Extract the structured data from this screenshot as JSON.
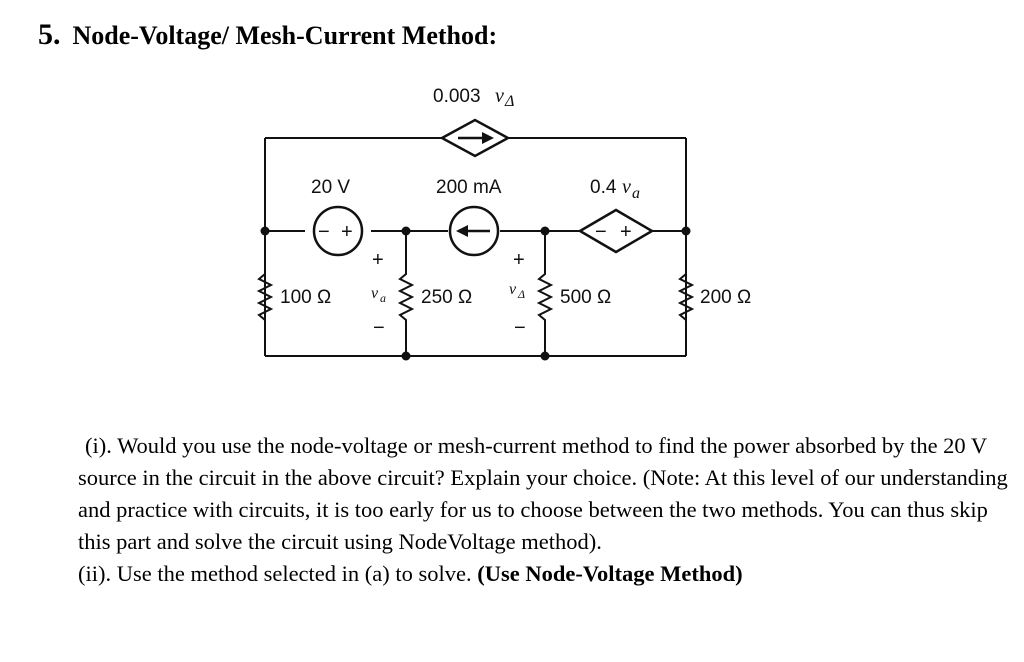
{
  "heading": {
    "number": "5.",
    "title": "Node-Voltage/ Mesh-Current Method:"
  },
  "circuit": {
    "top_source_label": "0.003",
    "top_source_var": "v",
    "top_source_sub": "Δ",
    "voltage_source_label": "20 V",
    "voltage_source_minus": "−",
    "voltage_source_plus": "+",
    "current_source_label": "200 mA",
    "dep_voltage_label": "0.4",
    "dep_voltage_var": "v",
    "dep_voltage_sub": "a",
    "dep_minus": "−",
    "dep_plus": "+",
    "r1": "100 Ω",
    "r2": "250 Ω",
    "r3": "500 Ω",
    "r4": "200 Ω",
    "va_var": "v",
    "va_sub": "a",
    "vd_var": "v",
    "vd_sub": "Δ",
    "plus": "+",
    "minus": "−"
  },
  "questions": {
    "q1": "(i). Would you use the node-voltage or mesh-current method to find the power absorbed by the 20 V source in the circuit in the above circuit? Explain your choice. (Note: At this level of our understanding and practice with circuits, it is too early for us to choose between the two methods. You can thus skip this part and solve the circuit using NodeVoltage method).",
    "q2_text": "(ii). Use the method selected in (a) to solve.",
    "q2_bold": "(Use Node-Voltage Method)"
  }
}
